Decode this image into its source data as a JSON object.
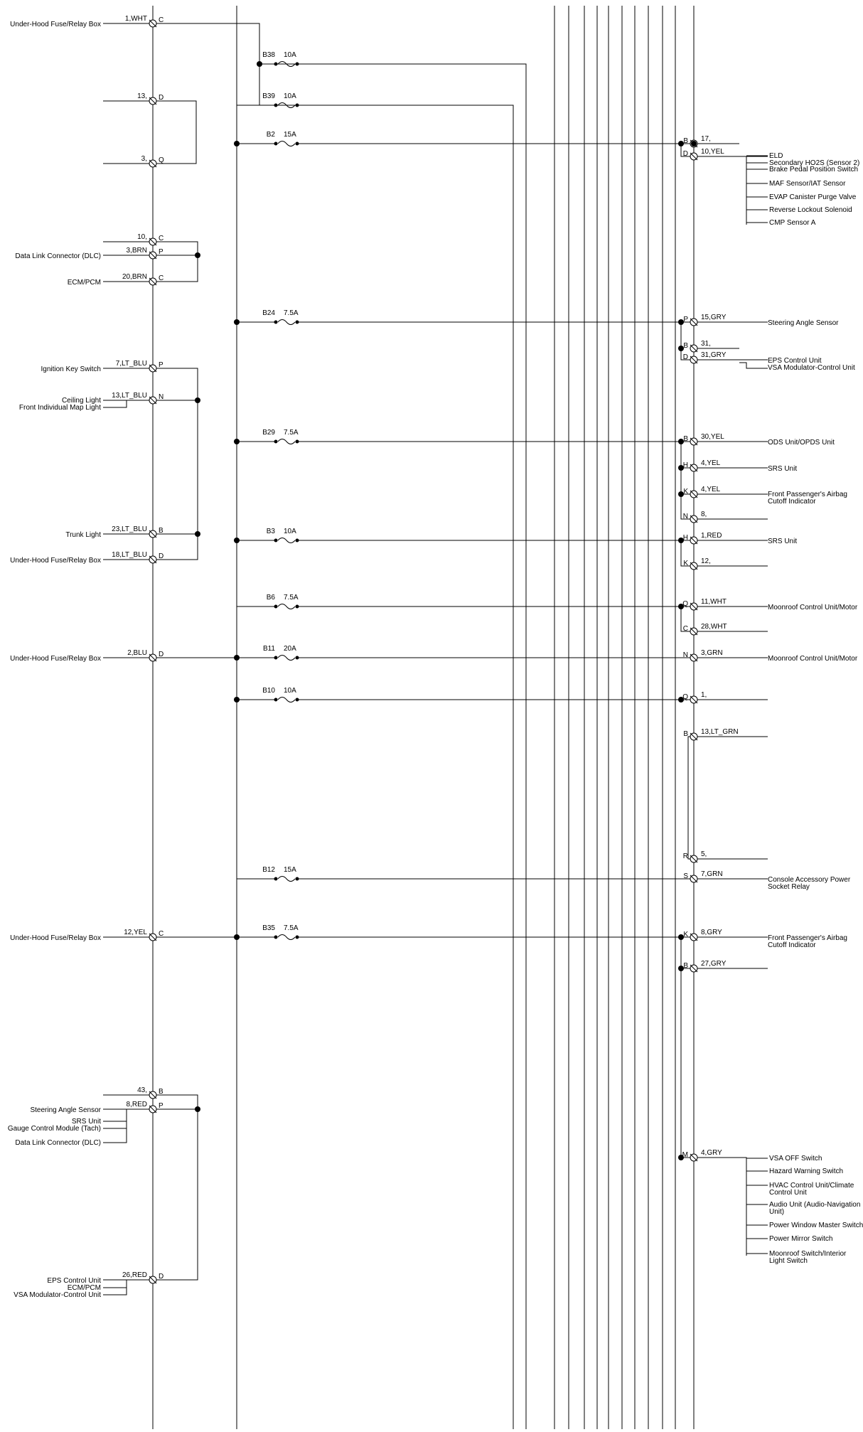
{
  "colors": {
    "wire": "#000000",
    "background": "#ffffff"
  },
  "left_connectors": [
    {
      "id": "L1",
      "wire": "1,WHT",
      "pin": "C",
      "labels": [
        "Under-Hood Fuse/Relay Box"
      ]
    },
    {
      "id": "L2",
      "wire": "13,",
      "pin": "D",
      "labels": []
    },
    {
      "id": "L3",
      "wire": "3,",
      "pin": "Q",
      "labels": []
    },
    {
      "id": "L4",
      "wire": "10,",
      "pin": "C",
      "labels": []
    },
    {
      "id": "L5",
      "wire": "3,BRN",
      "pin": "P",
      "labels": [
        "Data Link Connector (DLC)"
      ]
    },
    {
      "id": "L6",
      "wire": "20,BRN",
      "pin": "C",
      "labels": [
        "ECM/PCM"
      ]
    },
    {
      "id": "L7",
      "wire": "7,LT_BLU",
      "pin": "P",
      "labels": [
        "Ignition Key Switch"
      ]
    },
    {
      "id": "L8",
      "wire": "13,LT_BLU",
      "pin": "N",
      "labels": [
        "Ceiling Light",
        "Front Individual Map Light"
      ]
    },
    {
      "id": "L9",
      "wire": "23,LT_BLU",
      "pin": "B",
      "labels": [
        "Trunk Light"
      ]
    },
    {
      "id": "L10",
      "wire": "18,LT_BLU",
      "pin": "D",
      "labels": [
        "Under-Hood Fuse/Relay Box"
      ]
    },
    {
      "id": "L11",
      "wire": "2,BLU",
      "pin": "D",
      "labels": [
        "Under-Hood Fuse/Relay Box"
      ]
    },
    {
      "id": "L12",
      "wire": "12,YEL",
      "pin": "C",
      "labels": [
        "Under-Hood Fuse/Relay Box"
      ]
    },
    {
      "id": "L13",
      "wire": "43,",
      "pin": "B",
      "labels": []
    },
    {
      "id": "L14",
      "wire": "8,RED",
      "pin": "P",
      "labels": [
        "Steering Angle Sensor",
        "SRS Unit",
        "Gauge Control Module (Tach)",
        "Data Link Connector (DLC)"
      ]
    },
    {
      "id": "L15",
      "wire": "26,RED",
      "pin": "D",
      "labels": [
        "EPS Control Unit",
        "ECM/PCM",
        "VSA Modulator-Control Unit"
      ]
    }
  ],
  "fuses": [
    {
      "id": "B38",
      "rating": "10A"
    },
    {
      "id": "B39",
      "rating": "10A"
    },
    {
      "id": "B2",
      "rating": "15A"
    },
    {
      "id": "B24",
      "rating": "7.5A"
    },
    {
      "id": "B29",
      "rating": "7.5A"
    },
    {
      "id": "B3",
      "rating": "10A"
    },
    {
      "id": "B6",
      "rating": "7.5A"
    },
    {
      "id": "B11",
      "rating": "20A"
    },
    {
      "id": "B10",
      "rating": "10A"
    },
    {
      "id": "B12",
      "rating": "15A"
    },
    {
      "id": "B35",
      "rating": "7.5A"
    }
  ],
  "right_connectors": [
    {
      "id": "R1",
      "pin": "B",
      "wire": "17,",
      "labels": []
    },
    {
      "id": "R2",
      "pin": "D",
      "wire": "10,YEL",
      "labels": []
    },
    {
      "id": "R3",
      "pin": "P",
      "wire": "15,GRY",
      "labels": [
        "Steering Angle Sensor"
      ]
    },
    {
      "id": "R4",
      "pin": "B",
      "wire": "31,",
      "labels": []
    },
    {
      "id": "R5",
      "pin": "D",
      "wire": "31,GRY",
      "labels": [
        "EPS Control Unit",
        "VSA Modulator-Control Unit"
      ]
    },
    {
      "id": "R6",
      "pin": "B",
      "wire": "30,YEL",
      "labels": [
        "ODS Unit/OPDS Unit"
      ]
    },
    {
      "id": "R7",
      "pin": "H",
      "wire": "4,YEL",
      "labels": [
        "SRS Unit"
      ]
    },
    {
      "id": "R8",
      "pin": "K",
      "wire": "4,YEL",
      "labels": [
        "Front Passenger's Airbag",
        "Cutoff Indicator"
      ]
    },
    {
      "id": "R9",
      "pin": "N",
      "wire": "8,",
      "labels": []
    },
    {
      "id": "R10",
      "pin": "H",
      "wire": "1,RED",
      "labels": [
        "SRS Unit"
      ]
    },
    {
      "id": "R11",
      "pin": "K",
      "wire": "12,",
      "labels": []
    },
    {
      "id": "R12",
      "pin": "Q",
      "wire": "11,WHT",
      "labels": [
        "Moonroof Control Unit/Motor"
      ]
    },
    {
      "id": "R13",
      "pin": "C",
      "wire": "28,WHT",
      "labels": []
    },
    {
      "id": "R14",
      "pin": "N",
      "wire": "3,GRN",
      "labels": [
        "Moonroof Control Unit/Motor"
      ]
    },
    {
      "id": "R15",
      "pin": "Q",
      "wire": "1,",
      "labels": []
    },
    {
      "id": "R16",
      "pin": "B",
      "wire": "13,LT_GRN",
      "labels": []
    },
    {
      "id": "R17",
      "pin": "R",
      "wire": "5,",
      "labels": []
    },
    {
      "id": "R18",
      "pin": "S",
      "wire": "7,GRN",
      "labels": [
        "Console Accessory Power",
        "Socket Relay"
      ]
    },
    {
      "id": "R19",
      "pin": "K",
      "wire": "8,GRY",
      "labels": [
        "Front Passenger's Airbag",
        "Cutoff Indicator"
      ]
    },
    {
      "id": "R20",
      "pin": "B",
      "wire": "27,GRY",
      "labels": []
    },
    {
      "id": "R21",
      "pin": "M",
      "wire": "4,GRY",
      "labels": []
    }
  ],
  "branch_lists": [
    {
      "id": "D1",
      "items": [
        [
          "ELD"
        ],
        [
          "Secondary HO2S (Sensor 2)"
        ],
        [
          "Brake Pedal Position Switch"
        ],
        [
          "MAF Sensor/IAT Sensor"
        ],
        [
          "EVAP Canister Purge Valve"
        ],
        [
          "Reverse Lockout Solenoid"
        ],
        [
          "CMP Sensor A"
        ]
      ]
    },
    {
      "id": "D2",
      "items": [
        [
          "VSA OFF Switch"
        ],
        [
          "Hazard Warning Switch"
        ],
        [
          "HVAC Control Unit/Climate",
          "Control Unit"
        ],
        [
          "Audio Unit (Audio-Navigation",
          "Unit)"
        ],
        [
          "Power Window Master Switch"
        ],
        [
          "Power Mirror Switch"
        ],
        [
          "Moonroof Switch/Interior",
          "Light Switch"
        ]
      ]
    }
  ]
}
